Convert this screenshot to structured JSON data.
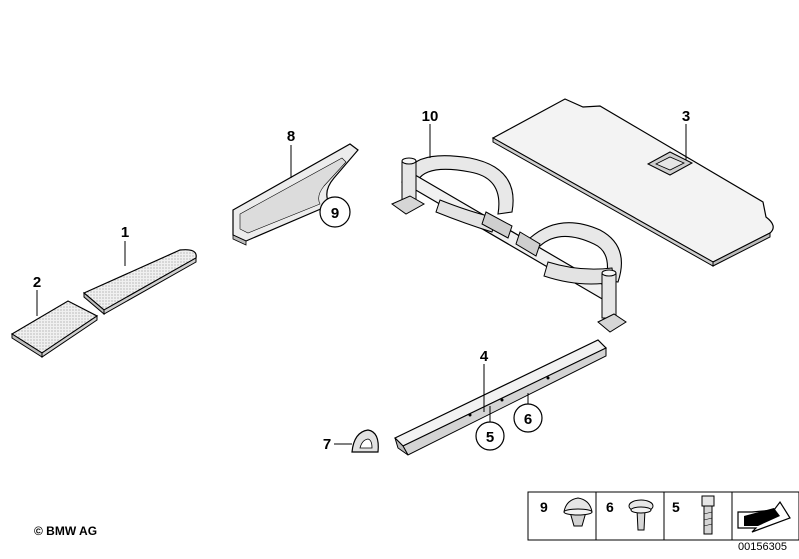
{
  "parts": [
    {
      "id": "1",
      "label": "1"
    },
    {
      "id": "2",
      "label": "2"
    },
    {
      "id": "3",
      "label": "3"
    },
    {
      "id": "4",
      "label": "4"
    },
    {
      "id": "5",
      "label": "5"
    },
    {
      "id": "6",
      "label": "6"
    },
    {
      "id": "7",
      "label": "7"
    },
    {
      "id": "8",
      "label": "8"
    },
    {
      "id": "9",
      "label": "9"
    },
    {
      "id": "10",
      "label": "10"
    }
  ],
  "legend": [
    {
      "number": "9",
      "icon": "clip-icon"
    },
    {
      "number": "6",
      "icon": "screw-icon"
    },
    {
      "number": "5",
      "icon": "bolt-icon"
    },
    {
      "number": "",
      "icon": "arrow-icon"
    }
  ],
  "footer": {
    "copyright": "© BMW AG",
    "doc_number": "00156305"
  },
  "colors": {
    "line": "#000000",
    "part_fill": "#f4f4f4",
    "part_fill_dark": "#d9d9d9"
  }
}
